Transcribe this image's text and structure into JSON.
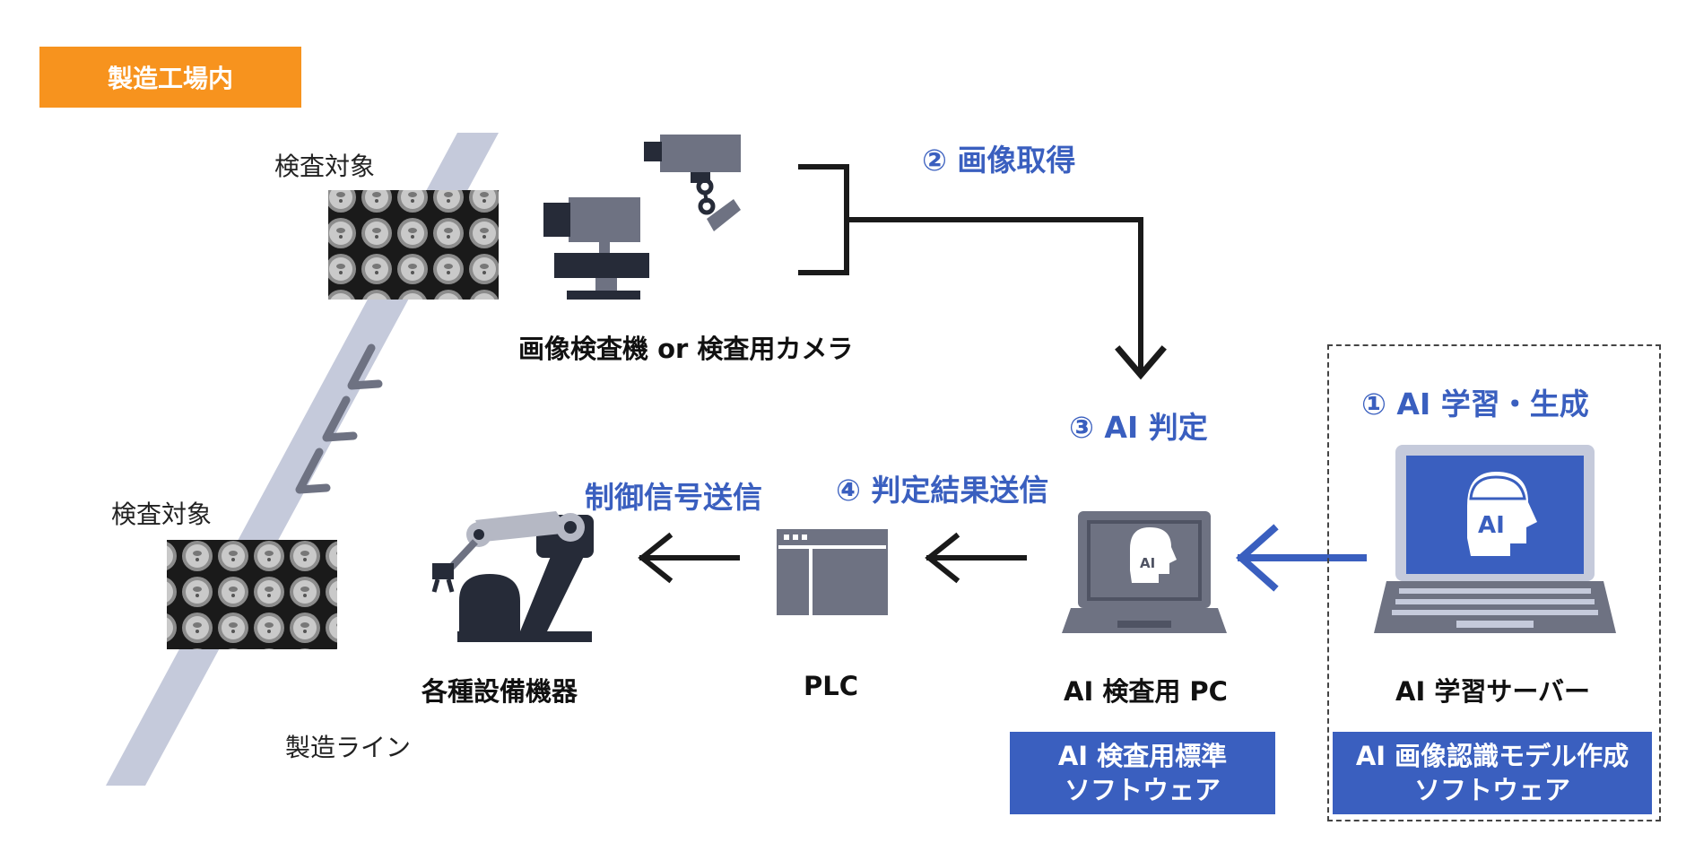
{
  "banner": "製造工場内",
  "labels": {
    "target_top": "検査対象",
    "target_bottom": "検査対象",
    "inspection_machine": "画像検査機 or 検査用カメラ",
    "equipment": "各種設備機器",
    "plc": "PLC",
    "ai_pc": "AI 検査用 PC",
    "ai_server": "AI 学習サーバー",
    "line": "製造ライン"
  },
  "steps": {
    "s1": "① AI 学習・生成",
    "s2": "② 画像取得",
    "s3": "③ AI 判定",
    "s4": "④ 判定結果送信",
    "control": "制御信号送信"
  },
  "software": {
    "pc_line1": "AI 検査用標準",
    "pc_line2": "ソフトウェア",
    "server_line1": "AI 画像認識モデル作成",
    "server_line2": "ソフトウェア"
  },
  "icons": {
    "ai_badge": "AI"
  },
  "colors": {
    "accent_orange": "#f7931e",
    "accent_blue": "#3a5fbf",
    "conveyor": "#c5cadb",
    "device_gray": "#6e7282",
    "device_dark": "#262b38"
  }
}
